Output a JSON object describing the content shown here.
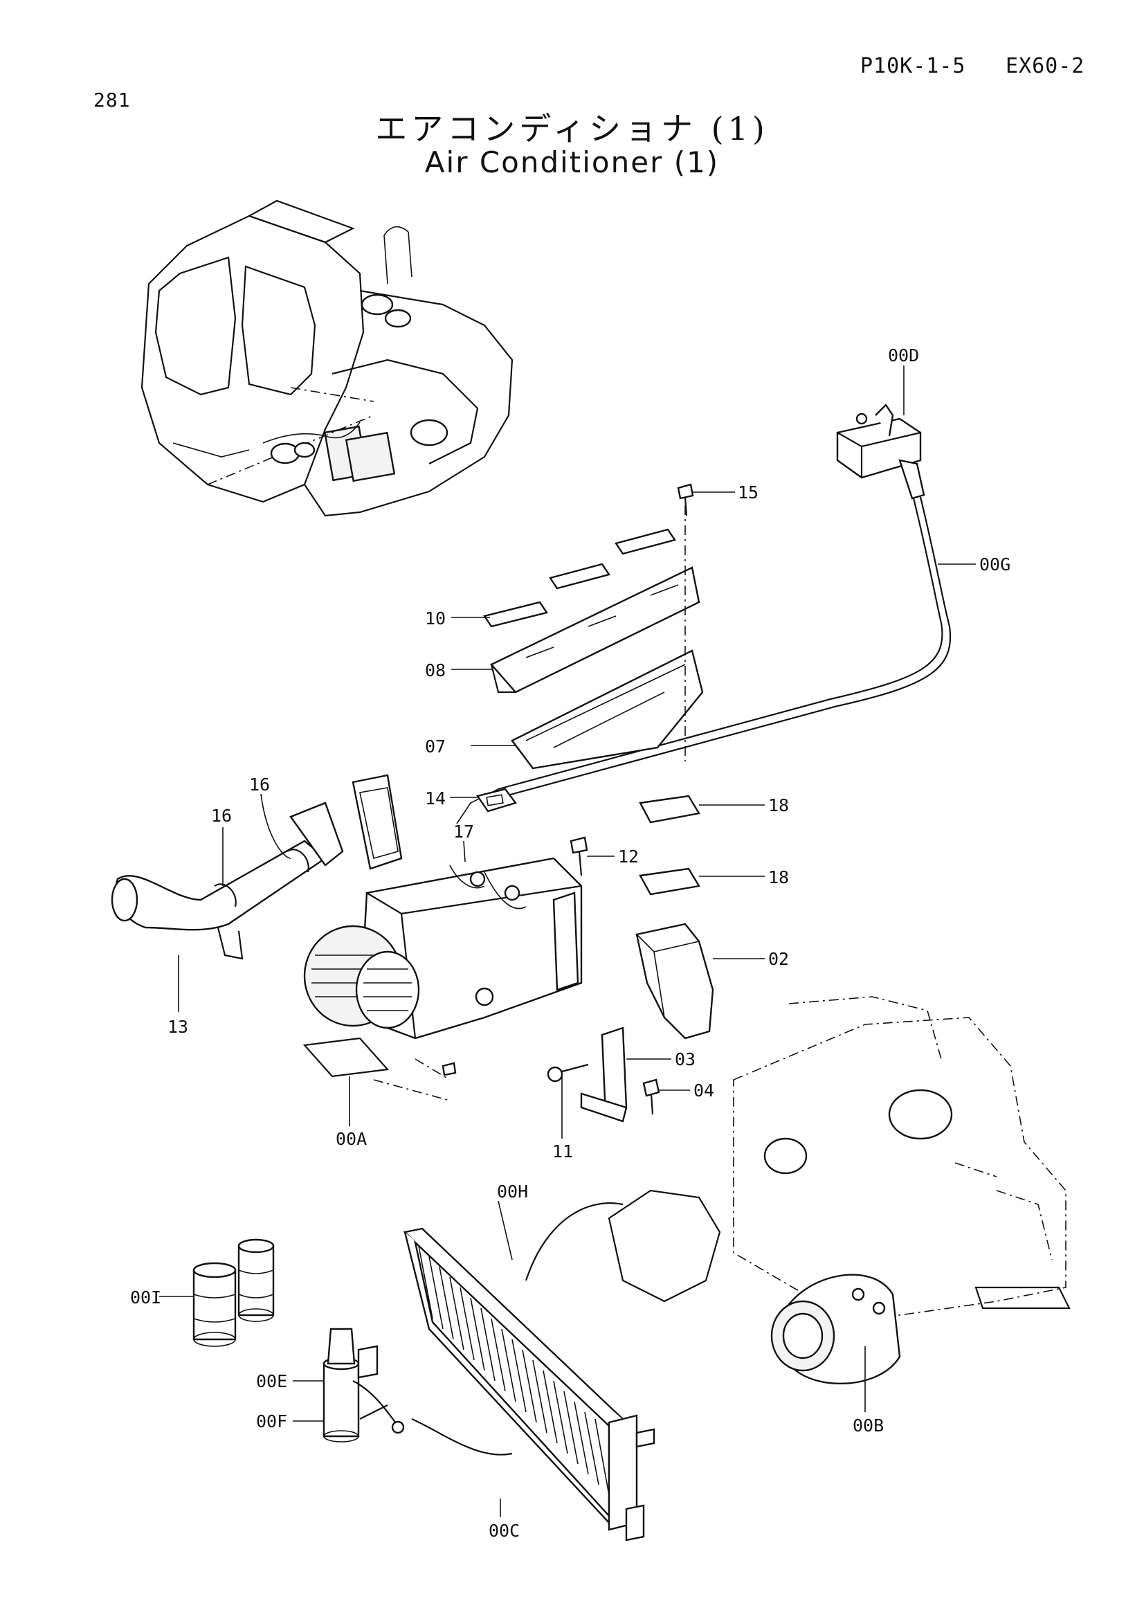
{
  "header": {
    "page_number": "281",
    "code_a": "P10K-1-5",
    "code_b": "EX60-2"
  },
  "title": {
    "japanese": "エアコンディショナ (1)",
    "english": "Air Conditioner (1)"
  },
  "callouts": {
    "c15": "15",
    "c00D": "00D",
    "c00G": "00G",
    "c10": "10",
    "c08": "08",
    "c07": "07",
    "c14": "14",
    "c18a": "18",
    "c18b": "18",
    "c16a": "16",
    "c16b": "16",
    "c17": "17",
    "c12": "12",
    "c02": "02",
    "c13": "13",
    "c03": "03",
    "c04": "04",
    "c11": "11",
    "c00A": "00A",
    "c00H": "00H",
    "c00I": "00I",
    "c00E": "00E",
    "c00F": "00F",
    "c00C": "00C",
    "c00B": "00B"
  }
}
